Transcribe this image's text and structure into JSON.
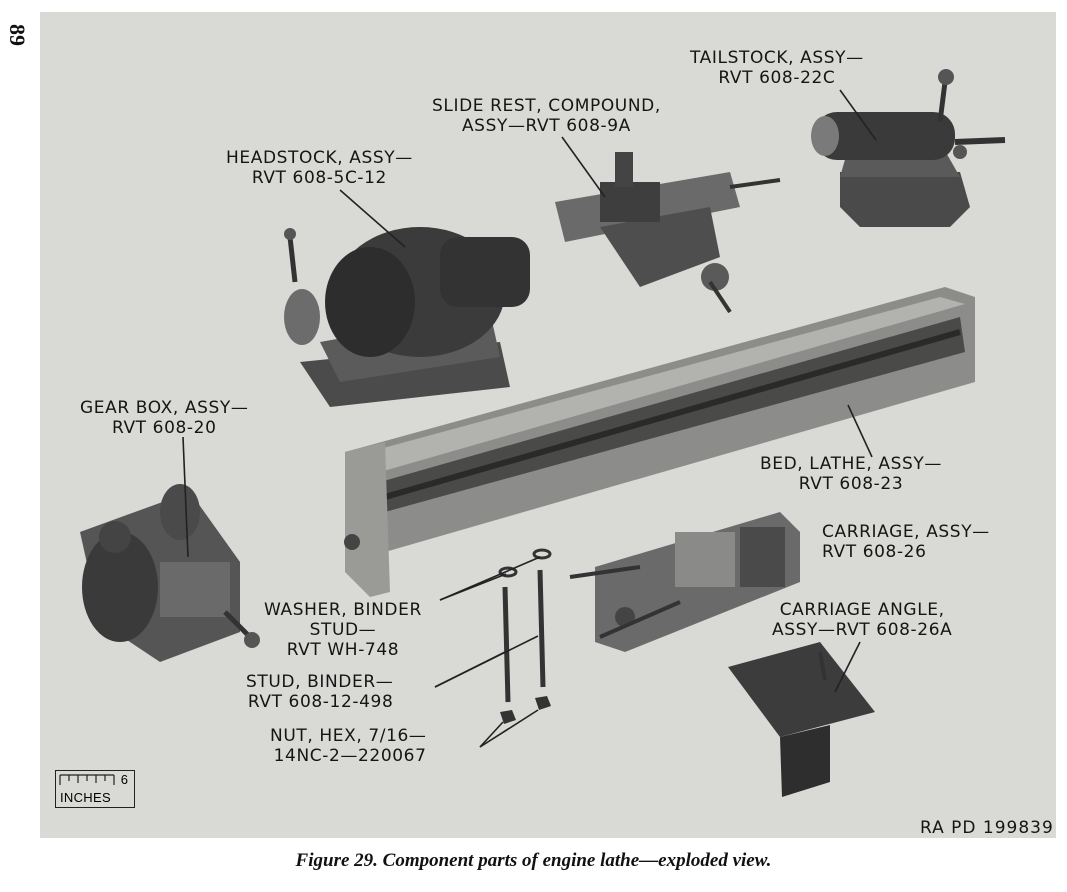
{
  "page_number": "89",
  "labels": {
    "tailstock": [
      "TAILSTOCK, ASSY—",
      "RVT 608-22C"
    ],
    "slide_rest": [
      "SLIDE REST, COMPOUND,",
      "ASSY—RVT 608-9A"
    ],
    "headstock": [
      "HEADSTOCK, ASSY—",
      "RVT 608-5C-12"
    ],
    "gear_box": [
      "GEAR BOX, ASSY—",
      "RVT 608-20"
    ],
    "bed": [
      "BED, LATHE, ASSY—",
      "RVT 608-23"
    ],
    "carriage": [
      "CARRIAGE, ASSY—",
      "RVT 608-26"
    ],
    "washer": [
      "WASHER, BINDER",
      "STUD—",
      "RVT WH-748"
    ],
    "carriage_angle": [
      "CARRIAGE ANGLE,",
      "ASSY—RVT 608-26A"
    ],
    "stud": [
      "STUD, BINDER—",
      "RVT 608-12-498"
    ],
    "nut": [
      "NUT, HEX, 7/16—",
      "14NC-2—220067"
    ]
  },
  "scale": {
    "value": "6",
    "unit": "INCHES"
  },
  "plate_id": "RA PD 199839",
  "caption": "Figure 29.  Component parts of engine lathe—exploded view."
}
